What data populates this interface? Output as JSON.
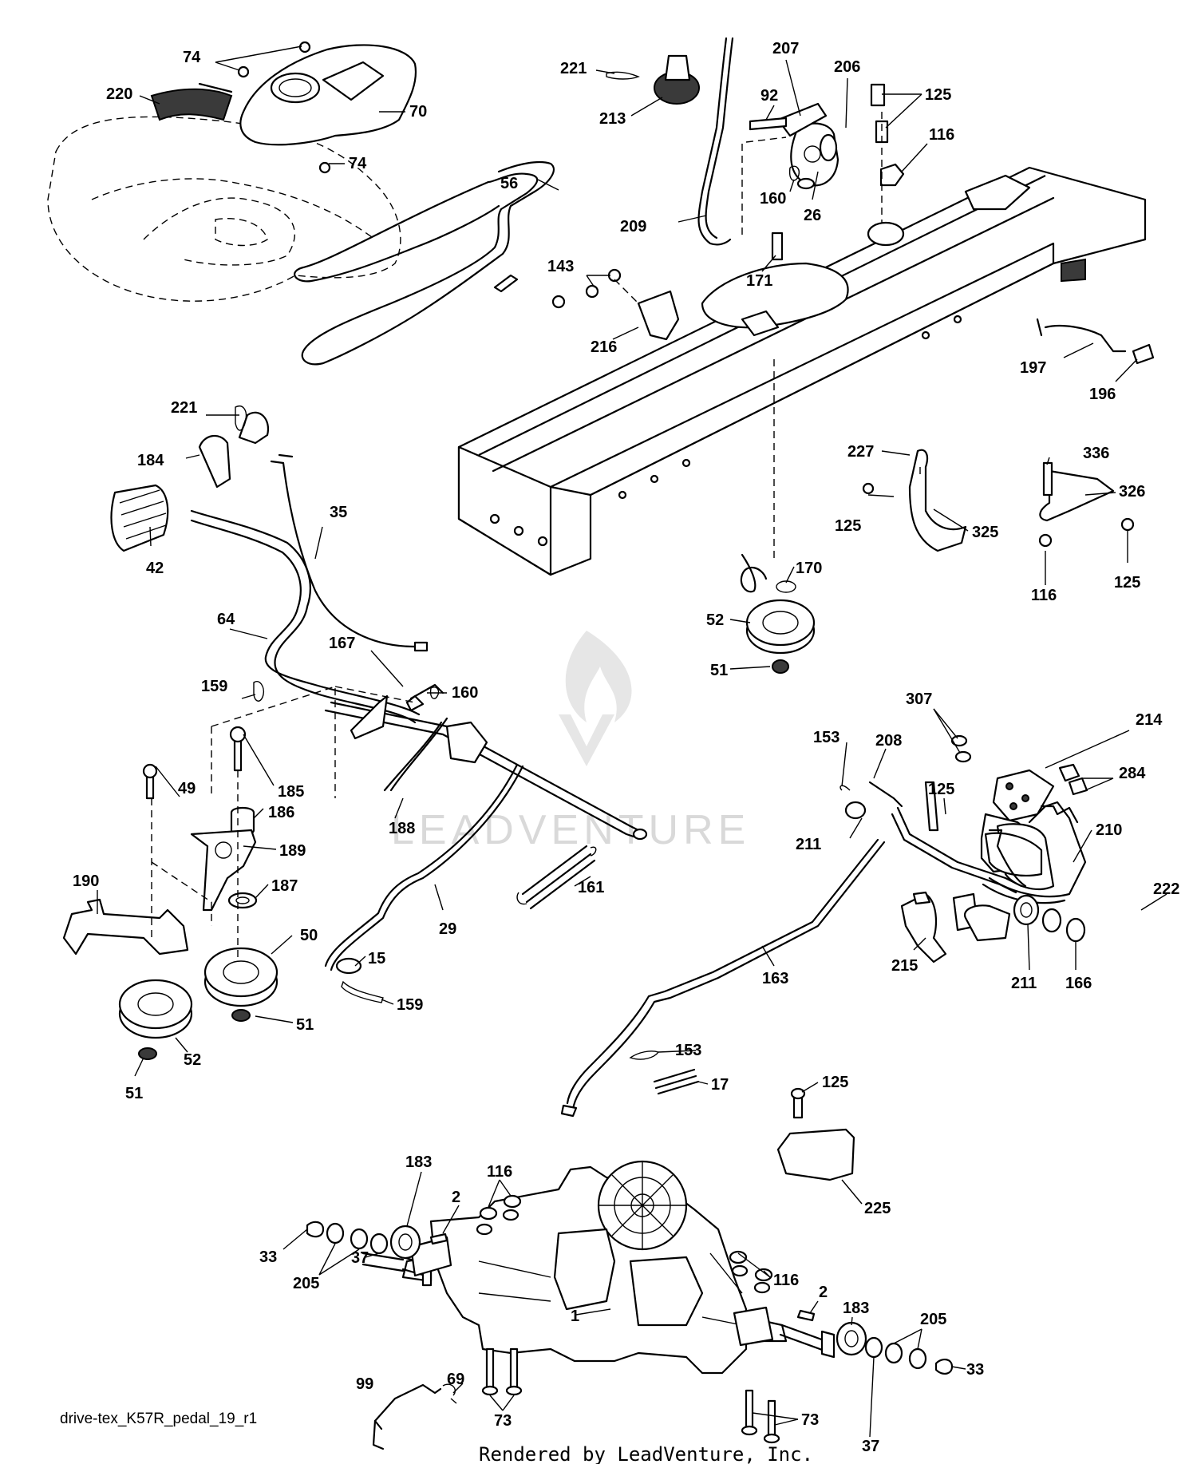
{
  "diagram_name": "drive-tex_K57R_pedal_19_r1",
  "credit": "Rendered by LeadVenture, Inc.",
  "watermark": "LEADVENTURE",
  "labels": {
    "l74a": "74",
    "l220": "220",
    "l70": "70",
    "l74b": "74",
    "l221a": "221",
    "l213": "213",
    "l207": "207",
    "l206": "206",
    "l92": "92",
    "l125a": "125",
    "l116a": "116",
    "l160a": "160",
    "l26": "26",
    "l56": "56",
    "l209": "209",
    "l171": "171",
    "l143": "143",
    "l216": "216",
    "l197": "197",
    "l196": "196",
    "l221b": "221",
    "l184": "184",
    "l35": "35",
    "l42": "42",
    "l64": "64",
    "l167": "167",
    "l160b": "160",
    "l159a": "159",
    "l227": "227",
    "l125b": "125",
    "l325": "325",
    "l336": "336",
    "l326": "326",
    "l116b": "116",
    "l125c": "125",
    "l170": "170",
    "l52a": "52",
    "l51a": "51",
    "l49": "49",
    "l185": "185",
    "l186": "186",
    "l188": "188",
    "l189": "189",
    "l187": "187",
    "l190": "190",
    "l50": "50",
    "l161": "161",
    "l29": "29",
    "l15": "15",
    "l159b": "159",
    "l51b": "51",
    "l52b": "52",
    "l51c": "51",
    "l307": "307",
    "l214": "214",
    "l153a": "153",
    "l208": "208",
    "l125d": "125",
    "l284": "284",
    "l211a": "211",
    "l210": "210",
    "l222": "222",
    "l215": "215",
    "l163": "163",
    "l211b": "211",
    "l166": "166",
    "l153b": "153",
    "l17": "17",
    "l125e": "125",
    "l225": "225",
    "l183a": "183",
    "l116c": "116",
    "l2a": "2",
    "l33a": "33",
    "l205a": "205",
    "l37a": "37",
    "l116d": "116",
    "l183b": "183",
    "l2b": "2",
    "l205b": "205",
    "l1": "1",
    "l99": "99",
    "l69": "69",
    "l73a": "73",
    "l33b": "33",
    "l73b": "73",
    "l37b": "37"
  }
}
